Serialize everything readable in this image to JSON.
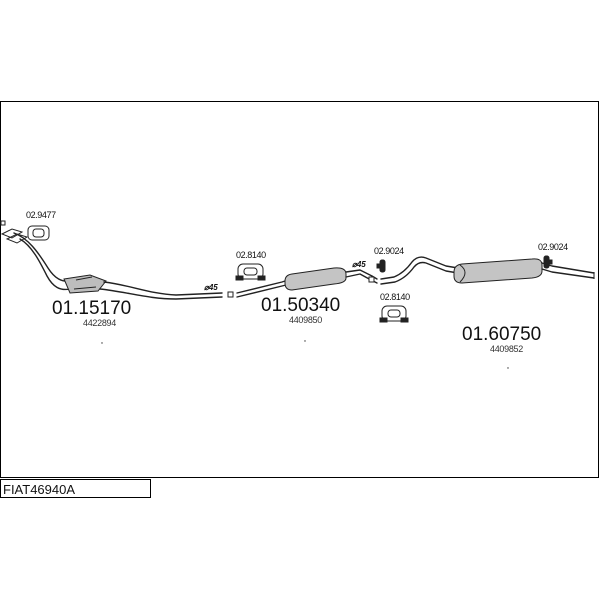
{
  "title": "FIAT46940A",
  "parts": [
    {
      "code": "01.15170",
      "ref": "4422894"
    },
    {
      "code": "01.50340",
      "ref": "4409850"
    },
    {
      "code": "01.60750",
      "ref": "4409852"
    }
  ],
  "accessories": {
    "clamp_front": "02.9477",
    "hanger_1": "02.8140",
    "hanger_2": "02.8140",
    "ring_mid": "02.9024",
    "ring_rear": "02.9024"
  },
  "diameters": {
    "joint_1": "⌀45",
    "joint_2": "⌀45"
  }
}
